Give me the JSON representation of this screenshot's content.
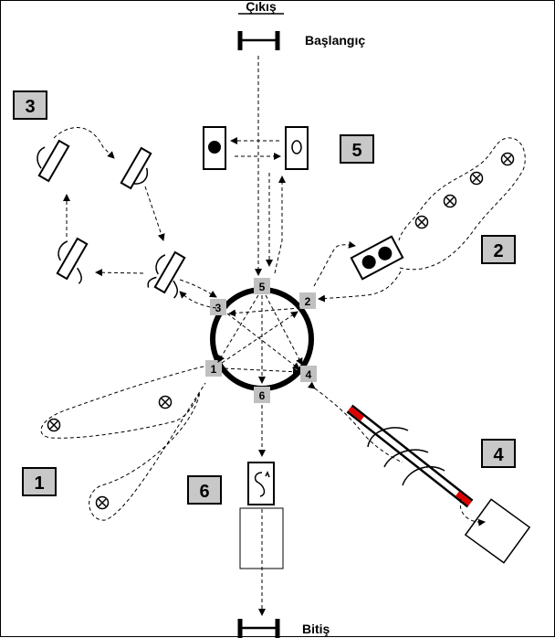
{
  "labels": {
    "exit": "Çıkış",
    "start": "Başlangıç",
    "finish": "Bitiş"
  },
  "station_numbers": [
    "1",
    "2",
    "3",
    "4",
    "5",
    "6"
  ],
  "gate_numbers": [
    "5",
    "2",
    "3",
    "1",
    "4",
    "6"
  ],
  "colors": {
    "line": "#000000",
    "number_box": "#c8c8c8",
    "rod_end": "#e00000",
    "background": "#ffffff"
  }
}
